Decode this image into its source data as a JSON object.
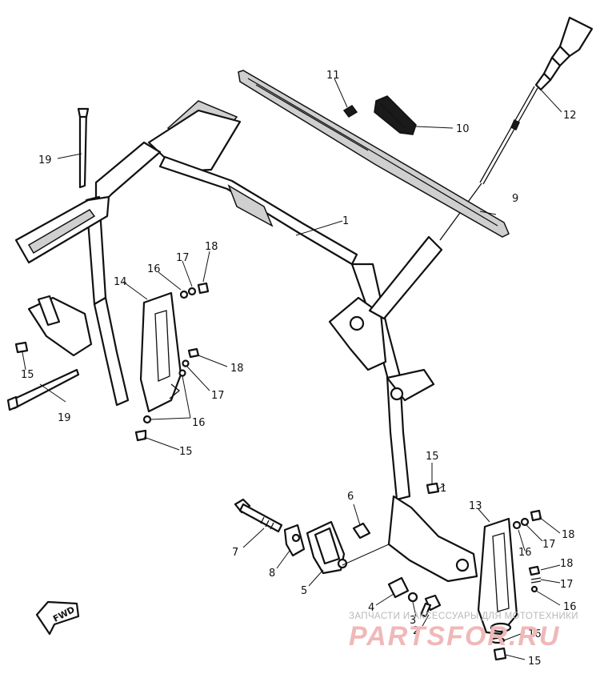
{
  "diagram": {
    "fwd_label": "FWD",
    "callouts": [
      {
        "id": "c1",
        "text": "1"
      },
      {
        "id": "c1b",
        "text": "1"
      },
      {
        "id": "c2",
        "text": "2"
      },
      {
        "id": "c3",
        "text": "3"
      },
      {
        "id": "c4",
        "text": "4"
      },
      {
        "id": "c5",
        "text": "5"
      },
      {
        "id": "c6",
        "text": "6"
      },
      {
        "id": "c7",
        "text": "7"
      },
      {
        "id": "c8",
        "text": "8"
      },
      {
        "id": "c9",
        "text": "9"
      },
      {
        "id": "c10",
        "text": "10"
      },
      {
        "id": "c11",
        "text": "11"
      },
      {
        "id": "c12",
        "text": "12"
      },
      {
        "id": "c13",
        "text": "13"
      },
      {
        "id": "c14",
        "text": "14"
      },
      {
        "id": "c15a",
        "text": "15"
      },
      {
        "id": "c15b",
        "text": "15"
      },
      {
        "id": "c15c",
        "text": "15"
      },
      {
        "id": "c15d",
        "text": "15"
      },
      {
        "id": "c16a",
        "text": "16"
      },
      {
        "id": "c16b",
        "text": "16"
      },
      {
        "id": "c16c",
        "text": "16"
      },
      {
        "id": "c16d",
        "text": "16"
      },
      {
        "id": "c16e",
        "text": "16"
      },
      {
        "id": "c17a",
        "text": "17"
      },
      {
        "id": "c17b",
        "text": "17"
      },
      {
        "id": "c17c",
        "text": "17"
      },
      {
        "id": "c17d",
        "text": "17"
      },
      {
        "id": "c18a",
        "text": "18"
      },
      {
        "id": "c18b",
        "text": "18"
      },
      {
        "id": "c18c",
        "text": "18"
      },
      {
        "id": "c18d",
        "text": "18"
      },
      {
        "id": "c19a",
        "text": "19"
      },
      {
        "id": "c19b",
        "text": "19"
      }
    ]
  },
  "watermark": {
    "caption": "ЗАПЧАСТИ И АКСЕССУАРЫ ДЛЯ МОТОТЕХНИКИ",
    "brand": "PARTSFOR.RU"
  }
}
